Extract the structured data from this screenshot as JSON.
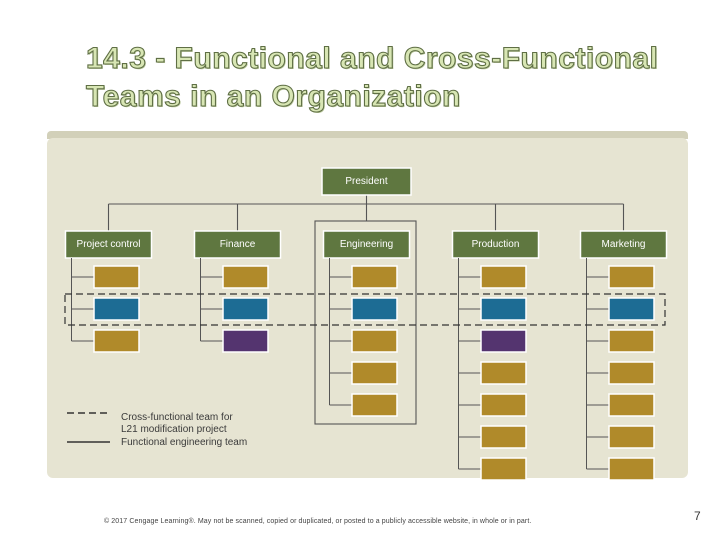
{
  "slide": {
    "title_line1": "14.3 - Functional and Cross-Functional",
    "title_line2": "Teams in an Organization",
    "footer": "© 2017 Cengage Learning®. May not be scanned, copied or duplicated, or posted to a publicly accessible website, in whole or in part.",
    "page_number": "7"
  },
  "org_chart": {
    "top": "President",
    "departments": [
      {
        "label": "Project control",
        "units": [
          "gold",
          "blue",
          "gold"
        ]
      },
      {
        "label": "Finance",
        "units": [
          "gold",
          "blue",
          "purple"
        ]
      },
      {
        "label": "Engineering",
        "units": [
          "gold",
          "blue",
          "gold",
          "gold",
          "gold"
        ]
      },
      {
        "label": "Production",
        "units": [
          "gold",
          "blue",
          "purple",
          "gold",
          "gold",
          "gold",
          "gold"
        ]
      },
      {
        "label": "Marketing",
        "units": [
          "gold",
          "blue",
          "gold",
          "gold",
          "gold",
          "gold",
          "gold"
        ]
      }
    ],
    "legend": {
      "cross_functional_line1": "Cross-functional team for",
      "cross_functional_line2": "L21 modification project",
      "functional": "Functional engineering team"
    },
    "colors": {
      "header_box": "#5f7740",
      "gold": "#b08a2a",
      "blue": "#1d6c94",
      "purple": "#54346f",
      "connector": "#555555"
    }
  }
}
